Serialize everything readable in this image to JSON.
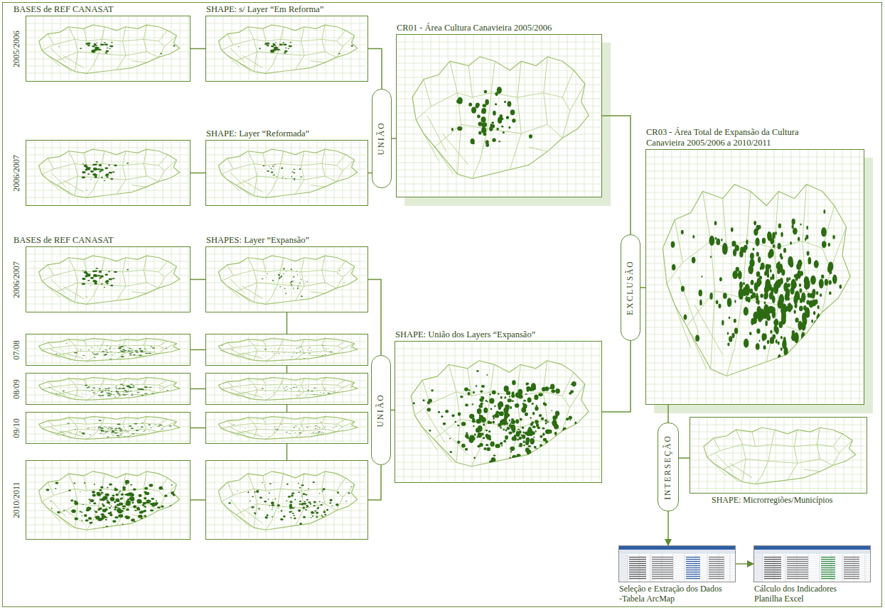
{
  "diagram": {
    "nodes": [
      {
        "text": [
          "BASES de REF CANASAT",
          "2005/2006"
        ]
      },
      {
        "text": [
          "SHAPE: s/ Layer “Em Reforma”"
        ]
      },
      {
        "text": [
          "2006/2007"
        ]
      },
      {
        "text": [
          "SHAPE: Layer “Reformada”"
        ]
      },
      {
        "text": [
          "UNIÃO"
        ]
      },
      {
        "text": [
          "CR01 - Área Cultura Canavieira 2005/2006"
        ]
      },
      {
        "text": [
          "BASES de REF CANASAT",
          "2006/2007"
        ]
      },
      {
        "text": [
          "SHAPES: Layer “Expansão”"
        ]
      },
      {
        "text": [
          "07/08"
        ]
      },
      {
        "text": [
          "08/09"
        ]
      },
      {
        "text": [
          "09/10"
        ]
      },
      {
        "text": [
          "2010/2011"
        ]
      },
      {
        "text": [
          "UNIÃO"
        ]
      },
      {
        "text": [
          "SHAPE: União dos Layers “Expansão”"
        ]
      },
      {
        "text": [
          "EXCLUSÃO"
        ]
      },
      {
        "text": [
          "CR03 - Área Total de Expansão da Cultura Canavieira 2005/2006 a 2010/2011"
        ]
      },
      {
        "text": [
          "INTERSEÇÃO"
        ]
      },
      {
        "text": [
          "SHAPE: Microrregiões/Municípios"
        ]
      },
      {
        "text": [
          "Seleção e Extração dos Dados -Tabela ArcMap"
        ]
      },
      {
        "text": [
          "Cálculo dos Indicadores Planilha Excel"
        ]
      }
    ],
    "edges": [
      {
        "from": 0,
        "to": 1,
        "arrow": "none"
      },
      {
        "from": 2,
        "to": 3,
        "arrow": "none"
      },
      {
        "from": 1,
        "to": 4,
        "arrow": "none"
      },
      {
        "from": 3,
        "to": 4,
        "arrow": "none"
      },
      {
        "from": 4,
        "to": 5,
        "arrow": "none"
      },
      {
        "from": 6,
        "to": 7,
        "arrow": "none"
      },
      {
        "from": 7,
        "to": 12,
        "arrow": "none"
      },
      {
        "from": 12,
        "to": 13,
        "arrow": "none"
      },
      {
        "from": 5,
        "to": 14,
        "arrow": "none"
      },
      {
        "from": 13,
        "to": 14,
        "arrow": "none"
      },
      {
        "from": 14,
        "to": 15,
        "arrow": "none"
      },
      {
        "from": 15,
        "to": 16,
        "arrow": "none"
      },
      {
        "from": 16,
        "to": 17,
        "arrow": "none"
      },
      {
        "from": 16,
        "to": 18,
        "arrow": "to"
      },
      {
        "from": 18,
        "to": 19,
        "arrow": "to"
      }
    ]
  }
}
